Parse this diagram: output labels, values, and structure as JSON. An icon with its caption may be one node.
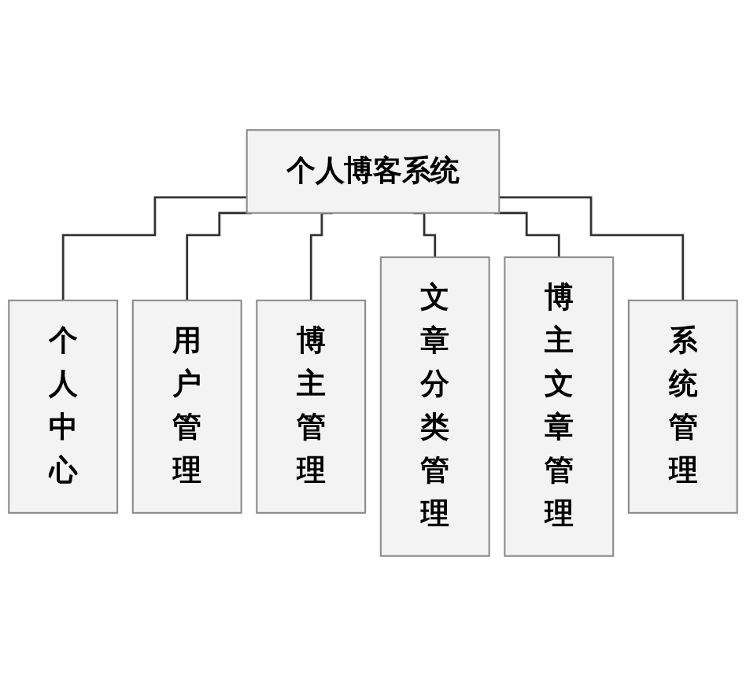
{
  "diagram": {
    "nodes": [
      {
        "text": [
          "个人博客系统"
        ]
      },
      {
        "text": [
          "个人中心"
        ]
      },
      {
        "text": [
          "用户管理"
        ]
      },
      {
        "text": [
          "博主管理"
        ]
      },
      {
        "text": [
          "文章分类管理"
        ]
      },
      {
        "text": [
          "博主文章管理"
        ]
      },
      {
        "text": [
          "系统管理"
        ]
      }
    ],
    "edges": [
      {
        "from": 0,
        "to": 1,
        "arrow": "none"
      },
      {
        "from": 0,
        "to": 2,
        "arrow": "none"
      },
      {
        "from": 0,
        "to": 3,
        "arrow": "none"
      },
      {
        "from": 0,
        "to": 4,
        "arrow": "none"
      },
      {
        "from": 0,
        "to": 5,
        "arrow": "none"
      },
      {
        "from": 0,
        "to": 6,
        "arrow": "none"
      }
    ]
  }
}
